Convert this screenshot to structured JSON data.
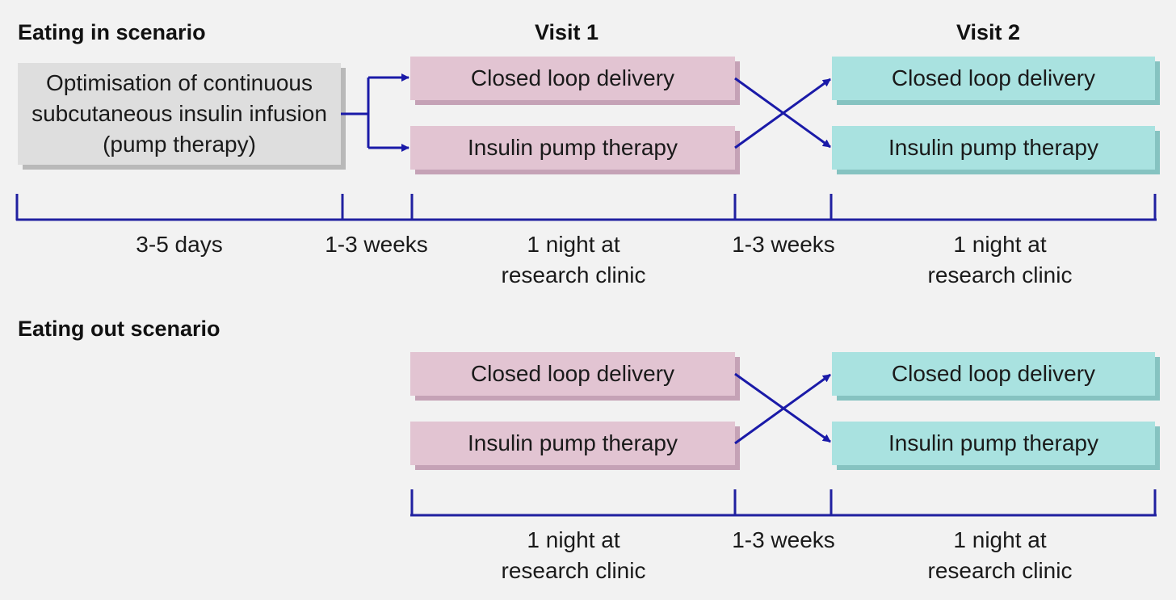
{
  "scenario_in": {
    "heading": "Eating in scenario",
    "visit1_heading": "Visit 1",
    "visit2_heading": "Visit 2",
    "optimisation_box": "Optimisation of continuous subcutaneous insulin infusion (pump therapy)",
    "visit1_top": "Closed loop delivery",
    "visit1_bottom": "Insulin pump therapy",
    "visit2_top": "Closed loop delivery",
    "visit2_bottom": "Insulin pump therapy",
    "timeline": {
      "seg1": "3-5 days",
      "seg2": "1-3 weeks",
      "seg3_line1": "1 night at",
      "seg3_line2": "research clinic",
      "seg4": "1-3 weeks",
      "seg5_line1": "1 night at",
      "seg5_line2": "research clinic"
    }
  },
  "scenario_out": {
    "heading": "Eating out scenario",
    "visit1_top": "Closed loop delivery",
    "visit1_bottom": "Insulin pump therapy",
    "visit2_top": "Closed loop delivery",
    "visit2_bottom": "Insulin pump therapy",
    "timeline": {
      "seg1_line1": "1 night at",
      "seg1_line2": "research clinic",
      "seg2": "1-3 weeks",
      "seg3_line1": "1 night at",
      "seg3_line2": "research clinic"
    }
  },
  "colors": {
    "arrow": "#1a1aa8",
    "timeline": "#2020a0",
    "grey_box": "#dedede",
    "pink_box": "#e2c4d2",
    "teal_box": "#a9e2e0"
  }
}
